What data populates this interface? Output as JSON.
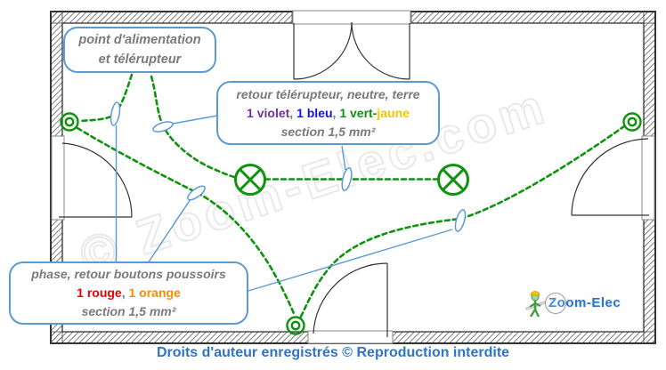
{
  "colors": {
    "wire_green": "#0e930e",
    "callout_border_blue": "#5B9BD5",
    "label_gray": "#7a7a7a",
    "footer_blue": "#2E74C8"
  },
  "callouts": {
    "feed": {
      "line1": "point d'alimentation",
      "line2": "et télérupteur"
    },
    "return": {
      "title": "retour télérupteur, neutre, terre",
      "wires": [
        {
          "text": "1 violet",
          "color": "#7030A0"
        },
        {
          "text": ", ",
          "color": "#7a7a7a"
        },
        {
          "text": "1 bleu",
          "color": "#1313E8"
        },
        {
          "text": ", ",
          "color": "#7a7a7a"
        },
        {
          "text": "1 vert-",
          "color": "#0e930e"
        },
        {
          "text": "jaune",
          "color": "#F5C400"
        }
      ],
      "section": "section 1,5 mm²"
    },
    "phase": {
      "title": "phase, retour boutons poussoirs",
      "wires": [
        {
          "text": "1 rouge",
          "color": "#EE0000"
        },
        {
          "text": ", ",
          "color": "#7a7a7a"
        },
        {
          "text": "1 orange",
          "color": "#FF8C00"
        }
      ],
      "section": "section 1,5 mm²"
    }
  },
  "watermark": "© Zoom-Elec.com",
  "logo": {
    "text": "Zoom-Elec"
  },
  "footer": "Droits d'auteur enregistrés © Reproduction interdite"
}
